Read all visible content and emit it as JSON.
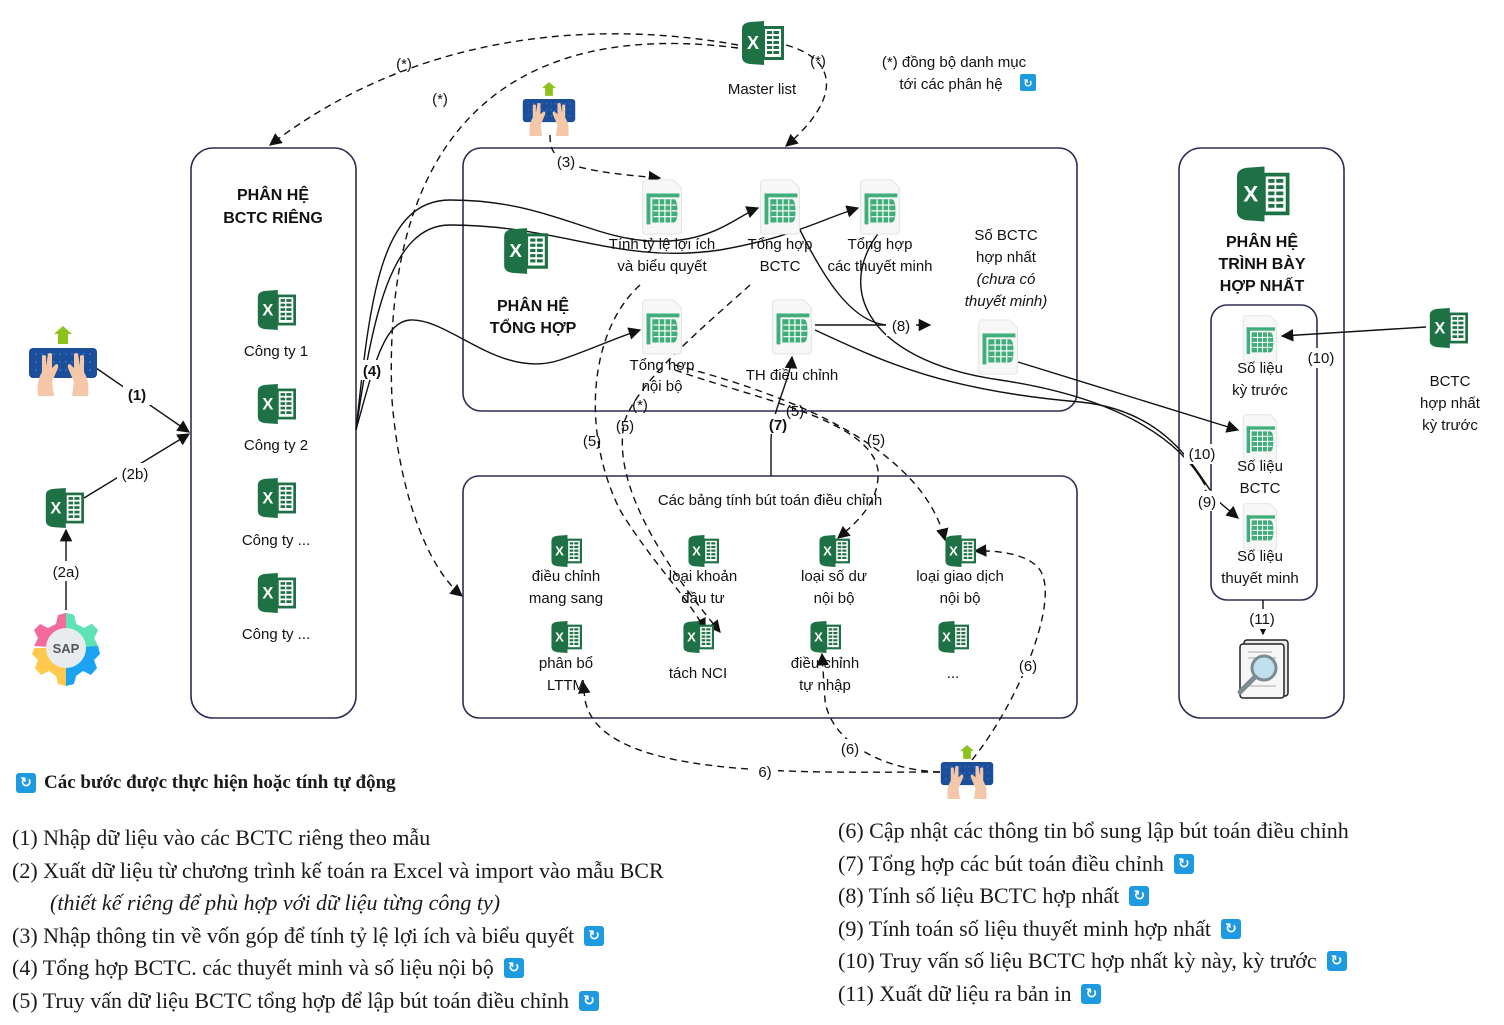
{
  "colors": {
    "excel_green": "#1e7145",
    "excel_light": "#33a86a",
    "sheet_green": "#3fae7a",
    "box_stroke": "#2b2f55",
    "auto_badge": "#1e9be0",
    "keyboard_blue": "#1b4f9c",
    "arrow_up_green": "#8cc21a"
  },
  "diagram": {
    "master_list": {
      "label": "Master list",
      "icon": "excel-icon"
    },
    "sync_note": {
      "line1": "(*) đồng bộ danh mục",
      "line2": "tới các phân hệ",
      "icon": "auto-sync-icon"
    },
    "module_rieng": {
      "title_line1": "PHÂN HỆ",
      "title_line2": "BCTC RIÊNG",
      "companies": [
        "Công ty 1",
        "Công ty 2",
        "Công ty ...",
        "Công ty ..."
      ]
    },
    "module_tonghop": {
      "title_line1": "PHÂN HỆ",
      "title_line2": "TỔNG HỢP",
      "sheets": [
        {
          "line1": "Tính tỷ lệ lợi ích",
          "line2": "và biểu quyết"
        },
        {
          "line1": "Tổng hợp",
          "line2": "BCTC"
        },
        {
          "line1": "Tổng hợp",
          "line2": "các thuyết minh"
        },
        {
          "line1": "Tổng hợp",
          "line2": "nội bộ"
        },
        {
          "line1": "TH điều chỉnh",
          "line2": ""
        }
      ],
      "consolidated": {
        "line1": "Số BCTC",
        "line2": "hợp nhất",
        "line3": "(chưa có",
        "line4": "thuyết minh)"
      }
    },
    "adjustments": {
      "title": "Các bảng tính bút toán điều chỉnh",
      "items": [
        {
          "line1": "điều chỉnh",
          "line2": "mang sang"
        },
        {
          "line1": "loại khoản",
          "line2": "đầu tư"
        },
        {
          "line1": "loại số dư",
          "line2": "nội bộ"
        },
        {
          "line1": "loại giao dịch",
          "line2": "nội bộ"
        },
        {
          "line1": "phân bổ",
          "line2": "LTTM"
        },
        {
          "line1": "tách NCI",
          "line2": ""
        },
        {
          "line1": "điều chỉnh",
          "line2": "tự nhập"
        },
        {
          "line1": "...",
          "line2": ""
        }
      ]
    },
    "module_trinhbay": {
      "title_line1": "PHÂN HỆ",
      "title_line2": "TRÌNH BÀY",
      "title_line3": "HỢP NHẤT",
      "sheets": [
        {
          "line1": "Số liệu",
          "line2": "kỳ trước"
        },
        {
          "line1": "Số liệu",
          "line2": "BCTC"
        },
        {
          "line1": "Số liệu",
          "line2": "thuyết minh"
        }
      ]
    },
    "prior_period": {
      "line1": "BCTC",
      "line2": "hợp nhất",
      "line3": "kỳ trước"
    },
    "sap_label": "SAP",
    "step_labels": {
      "s1": "(1)",
      "s2a": "(2a)",
      "s2b": "(2b)",
      "s3": "(3)",
      "s4": "(4)",
      "s5": "(5)",
      "s6": "(6)",
      "s6b": "6)",
      "s7": "(7)",
      "s8": "(8)",
      "s9": "(9)",
      "s10": "(10)",
      "s11": "(11)",
      "star": "(*)"
    }
  },
  "legend": {
    "auto_note": "Các bước được thực hiện hoặc tính tự động",
    "left": [
      {
        "text": "(1) Nhập dữ liệu vào các BCTC riêng theo mẫu",
        "auto": false
      },
      {
        "text": "(2) Xuất dữ liệu từ chương trình kế toán ra Excel và import vào mẫu BCR",
        "auto": false
      },
      {
        "text": "(thiết kế riêng để phù hợp với dữ liệu từng công ty)",
        "auto": false,
        "sub": true
      },
      {
        "text": "(3) Nhập thông tin về vốn góp để tính tỷ lệ lợi ích và biểu quyết",
        "auto": true
      },
      {
        "text": "(4) Tổng hợp BCTC. các thuyết minh và số liệu nội bộ",
        "auto": true
      },
      {
        "text": "(5) Truy vấn dữ liệu BCTC tổng hợp để lập bút toán điều chỉnh",
        "auto": true
      }
    ],
    "right": [
      {
        "text": "(6) Cập nhật các thông tin bổ sung lập bút toán điều chỉnh",
        "auto": false
      },
      {
        "text": "(7) Tổng hợp các bút toán điều chỉnh",
        "auto": true
      },
      {
        "text": "(8) Tính số liệu BCTC hợp nhất",
        "auto": true
      },
      {
        "text": "(9) Tính toán số liệu thuyết minh hợp nhất",
        "auto": true
      },
      {
        "text": "(10) Truy vấn số liệu BCTC hợp nhất kỳ này, kỳ trước",
        "auto": true
      },
      {
        "text": "(11) Xuất dữ liệu ra bản in",
        "auto": true
      }
    ]
  }
}
